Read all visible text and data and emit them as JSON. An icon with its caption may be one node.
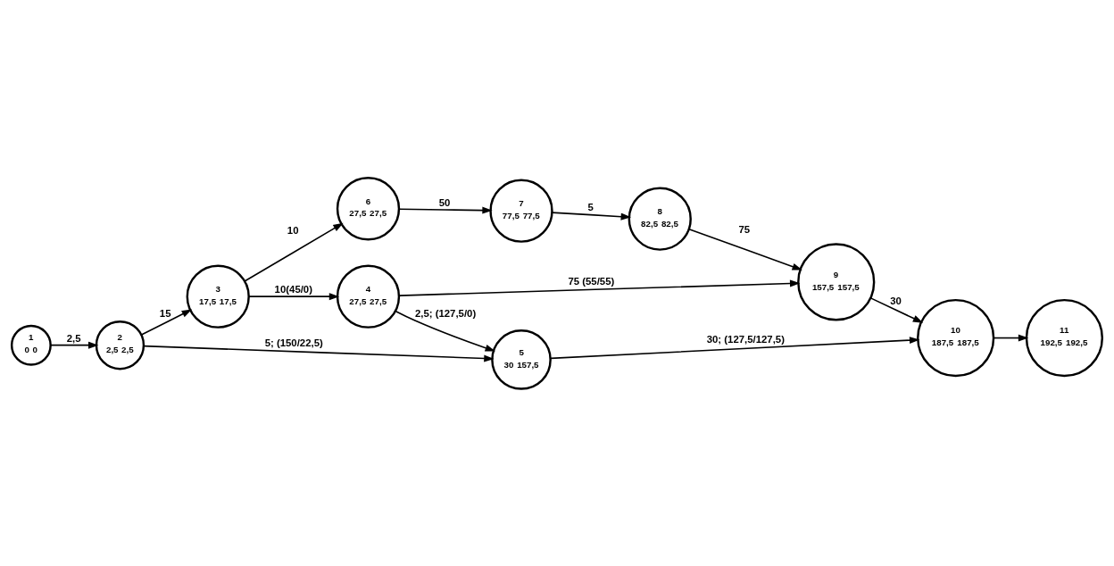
{
  "diagram": {
    "nodes": [
      {
        "text": [
          "1",
          "0",
          "0"
        ]
      },
      {
        "text": [
          "2",
          "2,5",
          "2,5"
        ]
      },
      {
        "text": [
          "3",
          "17,5",
          "17,5"
        ]
      },
      {
        "text": [
          "4",
          "27,5",
          "27,5"
        ]
      },
      {
        "text": [
          "5",
          "30",
          "157,5"
        ]
      },
      {
        "text": [
          "6",
          "27,5",
          "27,5"
        ]
      },
      {
        "text": [
          "7",
          "77,5",
          "77,5"
        ]
      },
      {
        "text": [
          "8",
          "82,5",
          "82,5"
        ]
      },
      {
        "text": [
          "9",
          "157,5",
          "157,5"
        ]
      },
      {
        "text": [
          "10",
          "187,5",
          "187,5"
        ]
      },
      {
        "text": [
          "11",
          "192,5",
          "192,5"
        ]
      }
    ],
    "edges": [
      {
        "from": 0,
        "to": 1,
        "arrow": "to",
        "label": "2,5"
      },
      {
        "from": 1,
        "to": 2,
        "arrow": "to",
        "label": "15"
      },
      {
        "from": 1,
        "to": 4,
        "arrow": "to",
        "label": "5; (150/22,5)"
      },
      {
        "from": 2,
        "to": 5,
        "arrow": "to",
        "label": "10"
      },
      {
        "from": 2,
        "to": 3,
        "arrow": "to",
        "label": "10(45/0)"
      },
      {
        "from": 3,
        "to": 8,
        "arrow": "to",
        "label": "75 (55/55)"
      },
      {
        "from": 3,
        "to": 4,
        "arrow": "to",
        "label": "2,5; (127,5/0)"
      },
      {
        "from": 5,
        "to": 6,
        "arrow": "to",
        "label": "50"
      },
      {
        "from": 6,
        "to": 7,
        "arrow": "to",
        "label": "5"
      },
      {
        "from": 7,
        "to": 8,
        "arrow": "to",
        "label": "75"
      },
      {
        "from": 8,
        "to": 9,
        "arrow": "to",
        "label": "30"
      },
      {
        "from": 4,
        "to": 9,
        "arrow": "to",
        "label": "30; (127,5/127,5)"
      },
      {
        "from": 9,
        "to": 10,
        "arrow": "to"
      }
    ]
  }
}
